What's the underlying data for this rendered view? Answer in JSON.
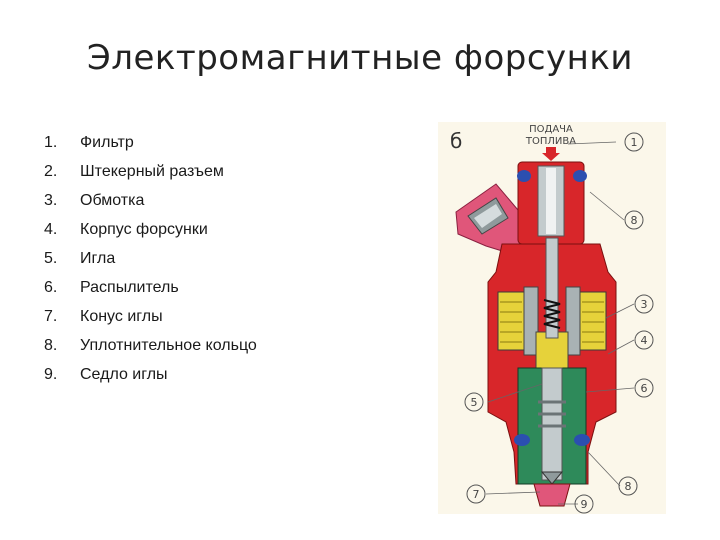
{
  "title": "Электромагнитные  форсунки",
  "items": [
    {
      "num": "1.",
      "label": "Фильтр"
    },
    {
      "num": "2.",
      "label": "Штекерный разъем"
    },
    {
      "num": "3.",
      "label": "Обмотка"
    },
    {
      "num": "4.",
      "label": "Корпус форсунки"
    },
    {
      "num": "5.",
      "label": "Игла"
    },
    {
      "num": "6.",
      "label": "Распылитель"
    },
    {
      "num": "7.",
      "label": "Конус иглы"
    },
    {
      "num": "8.",
      "label": "Уплотнительное кольцо"
    },
    {
      "num": "9.",
      "label": "Седло иглы"
    }
  ],
  "diagram": {
    "panel_letter": "б",
    "supply_label_line1": "ПОДАЧА",
    "supply_label_line2": "ТОПЛИВА",
    "callouts": [
      "1",
      "8",
      "3",
      "4",
      "5",
      "6",
      "7",
      "8",
      "9"
    ]
  },
  "colors": {
    "background": "#fbf7ea",
    "body_red": "#d8262a",
    "plastic_pink": "#e0567a",
    "steel": "#b9c2c5",
    "coil_yellow": "#e6d23a",
    "nozzle_green": "#2e8a5a",
    "seal_blue": "#2b4fb0"
  }
}
